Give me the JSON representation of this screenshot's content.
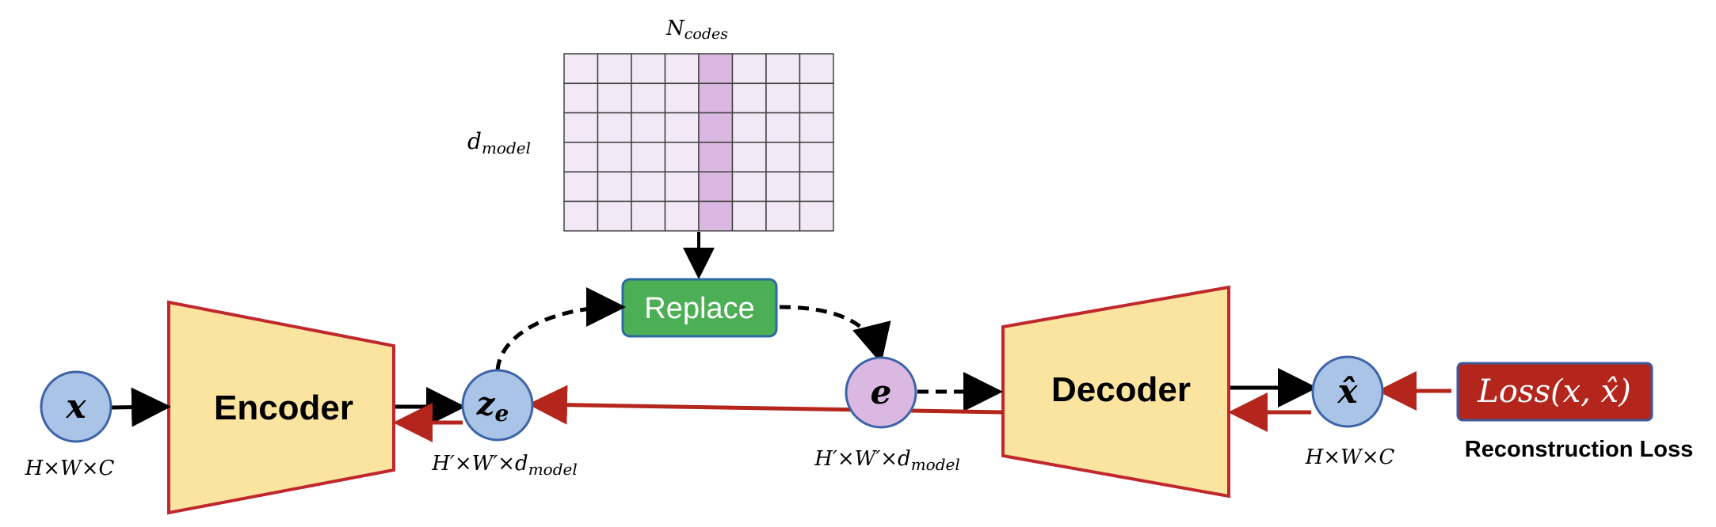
{
  "colors": {
    "node_fill": "#a9c4e6",
    "node_stroke": "#3d63a8",
    "node_e_fill": "#dbb8e1",
    "block_fill": "#fbe3a0",
    "block_stroke": "#c0282d",
    "replace_fill": "#4caf56",
    "replace_stroke": "#2d6a9f",
    "loss_fill": "#b4251c",
    "loss_stroke": "#3d5a9a",
    "grid_fill": "#f3e9f6",
    "grid_highlight": "#dbb8e1",
    "grid_stroke": "#444444",
    "forward_arrow": "#000000",
    "backward_arrow": "#b4251c"
  },
  "codebook": {
    "label_ncodes": "N",
    "label_ncodes_sub": "codes",
    "label_dmodel": "d",
    "label_dmodel_sub": "model",
    "cols": 8,
    "rows": 6,
    "highlight_col": 4
  },
  "nodes": {
    "x": {
      "label": "x",
      "shape": "H×W×C"
    },
    "ze": {
      "label": "z",
      "sub": "e",
      "shape_main": "H′×W′×d",
      "shape_sub": "model"
    },
    "e": {
      "label": "e",
      "shape_main": "H′×W′×d",
      "shape_sub": "model"
    },
    "xhat": {
      "label": "x̂",
      "shape": "H×W×C"
    }
  },
  "blocks": {
    "encoder": "Encoder",
    "decoder": "Decoder",
    "replace": "Replace"
  },
  "loss": {
    "formula": "Loss(x, x̂)",
    "caption": "Reconstruction Loss"
  }
}
